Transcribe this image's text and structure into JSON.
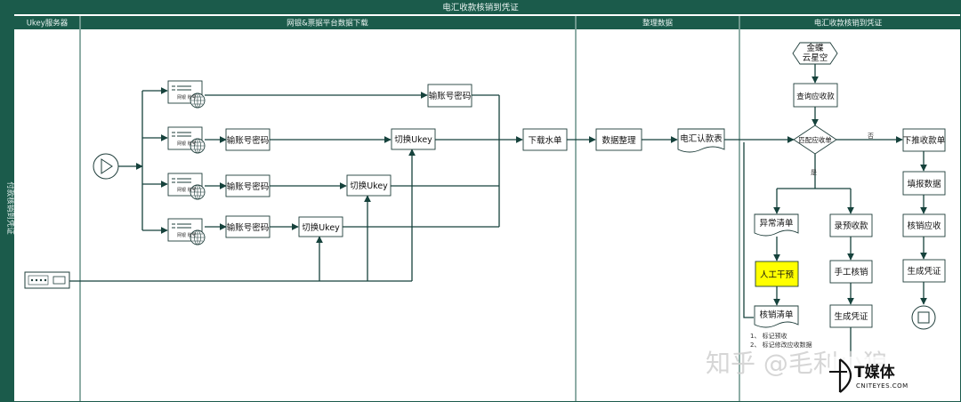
{
  "title": "电汇收款核销到凭证",
  "side_label": "付款核销到凭证",
  "lanes": [
    "Ukey服务器",
    "网银&票据平台数据下载",
    "整理数据",
    "电汇收款核销到凭证"
  ],
  "nodes": {
    "pwd_top": "输账号密码",
    "pwd_2": "输账号密码",
    "pwd_3": "输账号密码",
    "pwd_4": "输账号密码",
    "ukey_2": "切换Ukey",
    "ukey_3": "切换Ukey",
    "ukey_4": "切换Ukey",
    "download": "下载水单",
    "organize": "数据整理",
    "table": "电汇认款表",
    "start_1": "金蝶",
    "start_2": "云星空",
    "query": "查询应收款",
    "decision": "匹配应收单",
    "push": "下推收款单",
    "fill": "填报数据",
    "verify": "核销应收",
    "voucher_r": "生成凭证",
    "exception": "异常清单",
    "record": "录预收款",
    "manual": "人工干预",
    "hand": "手工核销",
    "voucher_m": "生成凭证",
    "ver_list": "核销清单"
  },
  "edge_labels": {
    "yes": "是",
    "no": "否"
  },
  "notes": [
    "1、 标记预收",
    "2、 标记修改应收数据"
  ],
  "icon_caption": "网银 账号",
  "watermark": "知乎 @毛利小狼",
  "logo": {
    "main": "T媒体",
    "sub": "CNITEYES.COM"
  },
  "colors": {
    "header": "#1b5b4b",
    "highlight": "#ffff00"
  }
}
